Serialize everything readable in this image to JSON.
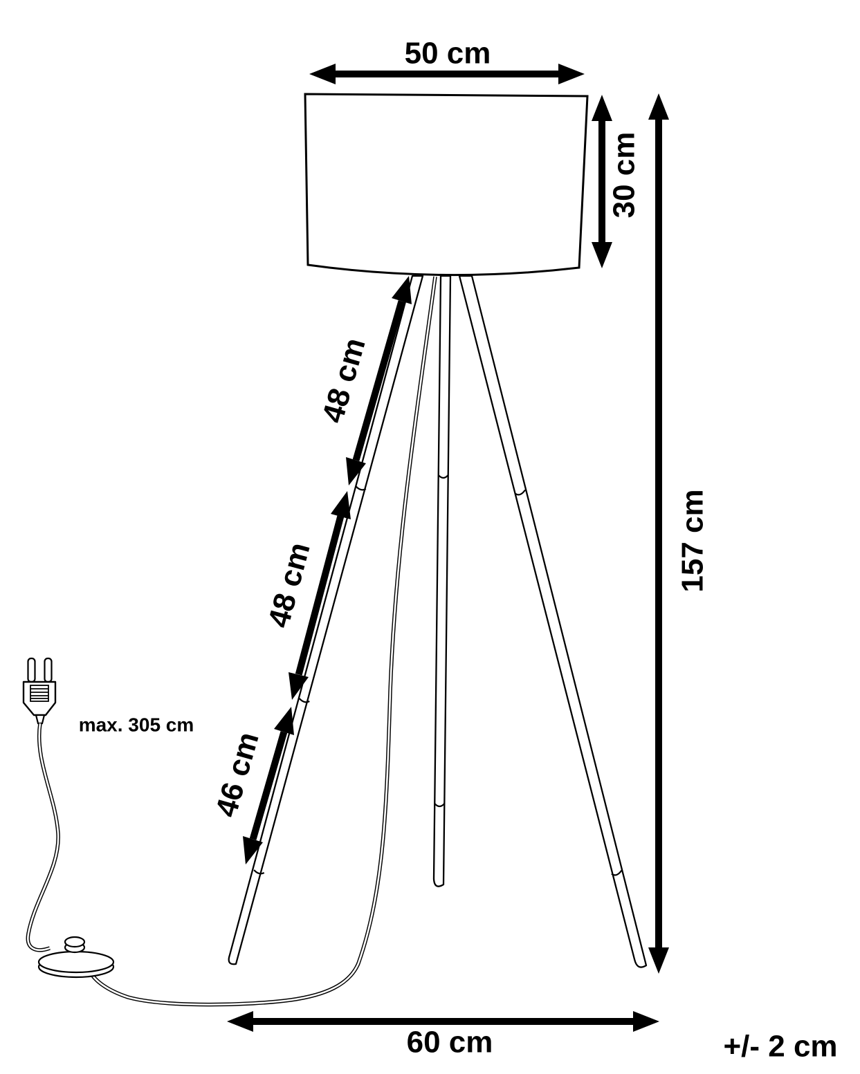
{
  "labels": {
    "shade_width": "50 cm",
    "shade_height": "30 cm",
    "total_height": "157 cm",
    "leg_segment_top": "48 cm",
    "leg_segment_middle": "48 cm",
    "leg_segment_bottom": "46 cm",
    "cable_length": "max. 305 cm",
    "base_width": "60 cm",
    "tolerance": "+/- 2 cm"
  },
  "colors": {
    "line": "#000000",
    "background": "#ffffff"
  }
}
